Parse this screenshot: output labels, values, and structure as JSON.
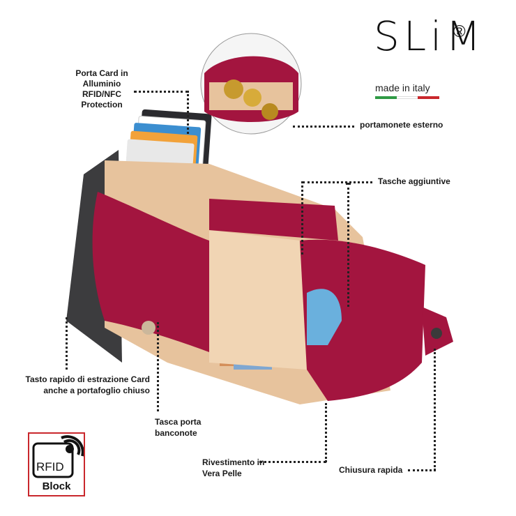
{
  "logo": {
    "brand": "SLiM",
    "registered": "®",
    "made_in": "made in italy"
  },
  "labels": {
    "porta_card": "Porta Card in Alluminio RFID/NFC Protection",
    "portamonete": "portamonete esterno",
    "tasche": "Tasche aggiuntive",
    "tasto_line1": "Tasto rapido di estrazione Card",
    "tasto_line2": "anche a portafoglio chiuso",
    "tasca_line1": "Tasca porta",
    "tasca_line2": "banconote",
    "rivestimento_line1": "Rivestimento in",
    "rivestimento_line2": "Vera Pelle",
    "chiusura": "Chiusura rapida"
  },
  "rfid": {
    "tag": "RFID",
    "block": "Block"
  },
  "colors": {
    "leather": "#a3153f",
    "lining": "#e7c39d",
    "metal": "#3c3c3e",
    "accent_red": "#c9272c"
  }
}
